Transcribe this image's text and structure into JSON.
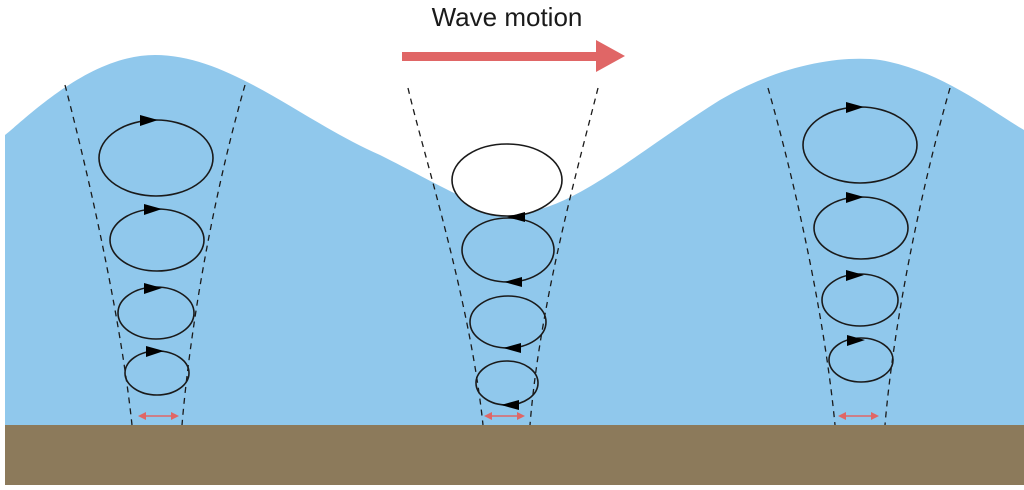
{
  "title": "Wave motion",
  "colors": {
    "water": "#90c8ec",
    "seabed": "#8c7a5b",
    "motion_arrow": "#e06666",
    "orbit_stroke": "#1a1a1a",
    "guide_stroke": "#1a1a1a",
    "background": "#ffffff"
  },
  "icons": {
    "motion_arrow": "right-arrow-icon",
    "orbit_direction": "triangle-arrowhead-icon",
    "bottom_oscillation": "double-headed-arrow-icon"
  },
  "columns": [
    {
      "name": "crest-left",
      "orbits": 4,
      "direction": "clockwise"
    },
    {
      "name": "trough-center",
      "orbits": 4,
      "direction": "clockwise"
    },
    {
      "name": "crest-right",
      "orbits": 4,
      "direction": "clockwise"
    }
  ]
}
